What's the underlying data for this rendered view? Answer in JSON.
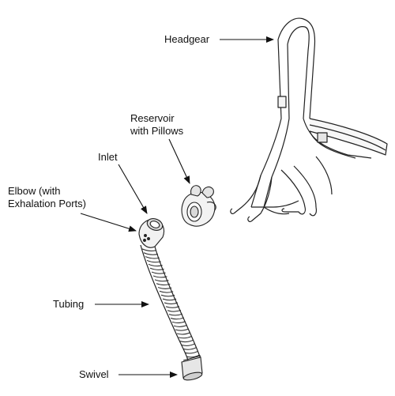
{
  "labels": {
    "headgear": "Headgear",
    "reservoir_line1": "Reservoir",
    "reservoir_line2": "with Pillows",
    "inlet": "Inlet",
    "elbow_line1": "Elbow (with",
    "elbow_line2": "Exhalation Ports)",
    "tubing": "Tubing",
    "swivel": "Swivel"
  },
  "colors": {
    "ink": "#111111",
    "line": "#222222",
    "fill_light": "#f4f4f4",
    "fill_mid": "#d9d9d9"
  }
}
